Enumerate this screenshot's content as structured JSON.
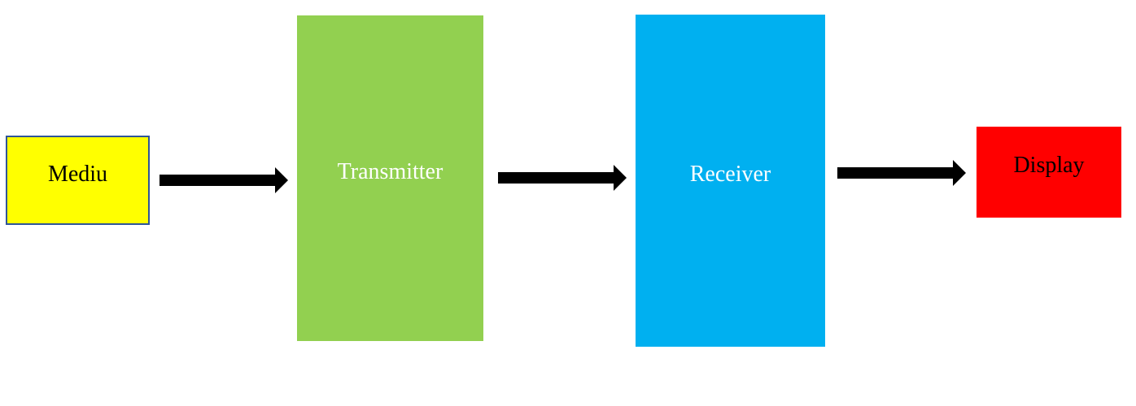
{
  "diagram": {
    "blocks": [
      {
        "id": "mediu",
        "label": "Mediu",
        "fill": "#ffff00",
        "text_color": "#000000",
        "border": "#2f5597"
      },
      {
        "id": "transmitter",
        "label": "Transmitter",
        "fill": "#92d050",
        "text_color": "#ffffff"
      },
      {
        "id": "receiver",
        "label": "Receiver",
        "fill": "#00b0f0",
        "text_color": "#ffffff"
      },
      {
        "id": "display",
        "label": "Display",
        "fill": "#ff0000",
        "text_color": "#000000"
      }
    ],
    "arrows": [
      {
        "from": "mediu",
        "to": "transmitter",
        "icon": "right-arrow-icon",
        "color": "#000000"
      },
      {
        "from": "transmitter",
        "to": "receiver",
        "icon": "right-arrow-icon",
        "color": "#000000"
      },
      {
        "from": "receiver",
        "to": "display",
        "icon": "right-arrow-icon",
        "color": "#000000"
      }
    ]
  }
}
